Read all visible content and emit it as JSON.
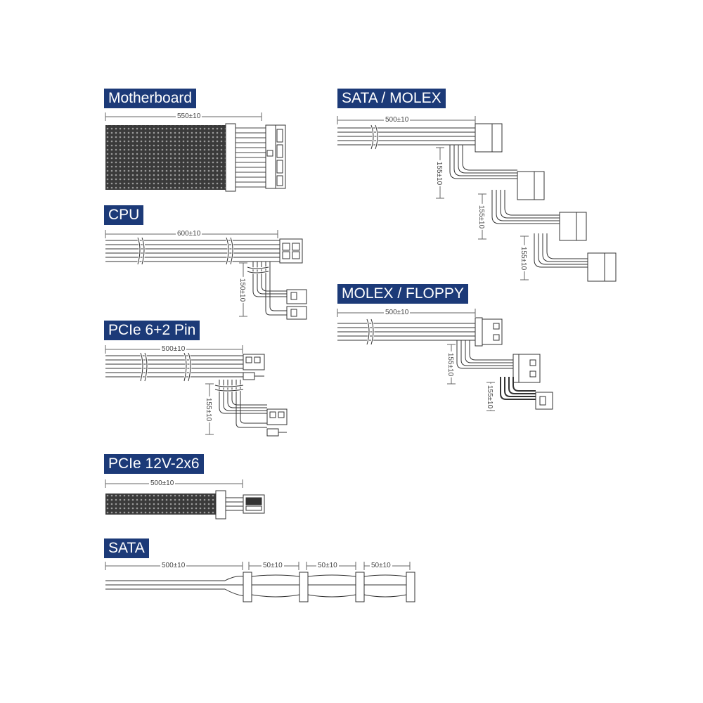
{
  "cables": {
    "motherboard": {
      "title": "Motherboard",
      "length": "550±10"
    },
    "cpu": {
      "title": "CPU",
      "length": "600±10",
      "branch": "150±10"
    },
    "pcie62": {
      "title": "PCIe 6+2 Pin",
      "length": "500±10",
      "branch": "155±10"
    },
    "pcie12v": {
      "title": "PCIe 12V-2x6",
      "length": "500±10"
    },
    "sata": {
      "title": "SATA",
      "length": "500±10",
      "spacing": [
        "50±10",
        "50±10",
        "50±10"
      ]
    },
    "sata_molex": {
      "title": "SATA / MOLEX",
      "length": "500±10",
      "spacing": [
        "155±10",
        "155±10",
        "155±10"
      ]
    },
    "molex_floppy": {
      "title": "MOLEX / FLOPPY",
      "length": "500±10",
      "spacing": [
        "155±10",
        "155±10"
      ]
    }
  },
  "colors": {
    "label_bg": "#1c3a78",
    "label_text": "#ffffff",
    "line": "#333333",
    "sleeve": "#2b2b2b"
  }
}
